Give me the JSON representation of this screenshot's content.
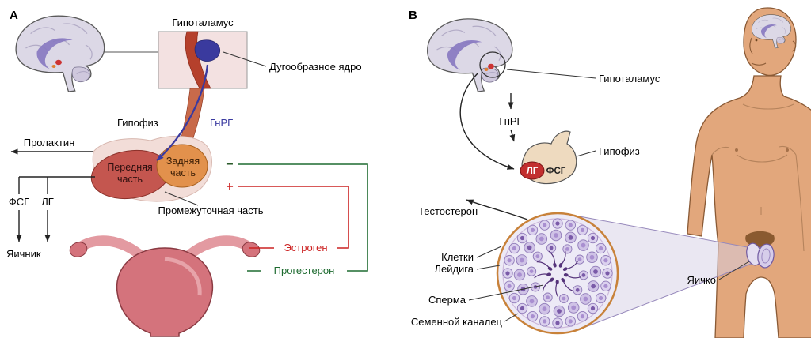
{
  "figure": {
    "panel_a_letter": "А",
    "panel_b_letter": "В"
  },
  "panel_a": {
    "hypothalamus": "Гипоталамус",
    "arcuate_nucleus": "Дугообразное ядро",
    "pituitary": "Гипофиз",
    "gnrh": "ГнРГ",
    "prolactin": "Пролактин",
    "anterior_line1": "Передняя",
    "anterior_line2": "часть",
    "posterior_line1": "Задняя",
    "posterior_line2": "часть",
    "intermediate": "Промежуточная часть",
    "fsh": "ФСГ",
    "lh": "ЛГ",
    "ovary": "Яичник",
    "estrogen": "Эстроген",
    "progesterone": "Прогестерон",
    "minus_sign": "−",
    "plus_sign": "+"
  },
  "panel_b": {
    "hypothalamus": "Гипоталамус",
    "gnrh": "ГнРГ",
    "pituitary": "Гипофиз",
    "lh": "ЛГ",
    "fsh": "ФСГ",
    "testosterone": "Тестостерон",
    "leydig_line1": "Клетки",
    "leydig_line2": "Лейдига",
    "sperm": "Сперма",
    "seminiferous_tubule": "Семенной каналец",
    "testis": "Яичко"
  },
  "colors": {
    "gnrh_blue": "#3a3aa0",
    "estrogen_red": "#cc2222",
    "progesterone_green": "#1e6b30",
    "minus_dark": "#2a5a2a",
    "plus_red": "#cc2222"
  }
}
